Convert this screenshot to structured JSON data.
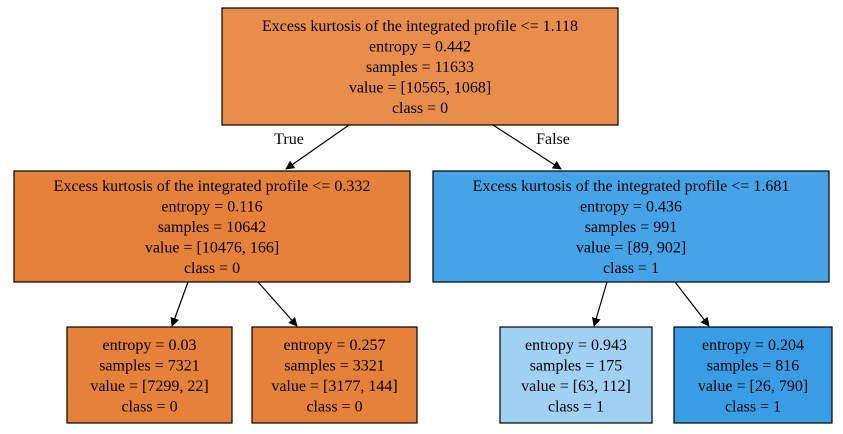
{
  "colors": {
    "orange_dark": "#e58139",
    "orange_mid": "#e88d4c",
    "blue_dark": "#399de5",
    "blue_mid": "#45a3e7",
    "blue_light": "#a0d0f2",
    "edge": "#000000",
    "stroke": "#000000"
  },
  "nodes": [
    {
      "id": "root",
      "fill": "#e88d4c",
      "lines": [
        "Excess kurtosis of the integrated profile <= 1.118",
        "entropy = 0.442",
        "samples = 11633",
        "value = [10565, 1068]",
        "class = 0"
      ]
    },
    {
      "id": "left",
      "fill": "#e58139",
      "lines": [
        "Excess kurtosis of the integrated profile <= 0.332",
        "entropy = 0.116",
        "samples = 10642",
        "value = [10476, 166]",
        "class = 0"
      ]
    },
    {
      "id": "right",
      "fill": "#45a3e7",
      "lines": [
        "Excess kurtosis of the integrated profile <= 1.681",
        "entropy = 0.436",
        "samples = 991",
        "value = [89, 902]",
        "class = 1"
      ]
    },
    {
      "id": "ll",
      "fill": "#e58139",
      "lines": [
        "entropy = 0.03",
        "samples = 7321",
        "value = [7299, 22]",
        "class = 0"
      ]
    },
    {
      "id": "lr",
      "fill": "#e58139",
      "lines": [
        "entropy = 0.257",
        "samples = 3321",
        "value = [3177, 144]",
        "class = 0"
      ]
    },
    {
      "id": "rl",
      "fill": "#a0d0f2",
      "lines": [
        "entropy = 0.943",
        "samples = 175",
        "value = [63, 112]",
        "class = 1"
      ]
    },
    {
      "id": "rr",
      "fill": "#399de5",
      "lines": [
        "entropy = 0.204",
        "samples = 816",
        "value = [26, 790]",
        "class = 1"
      ]
    }
  ],
  "edges": [
    {
      "from": "root",
      "to": "left",
      "label": "True"
    },
    {
      "from": "root",
      "to": "right",
      "label": "False"
    },
    {
      "from": "left",
      "to": "ll",
      "label": ""
    },
    {
      "from": "left",
      "to": "lr",
      "label": ""
    },
    {
      "from": "right",
      "to": "rl",
      "label": ""
    },
    {
      "from": "right",
      "to": "rr",
      "label": ""
    }
  ]
}
